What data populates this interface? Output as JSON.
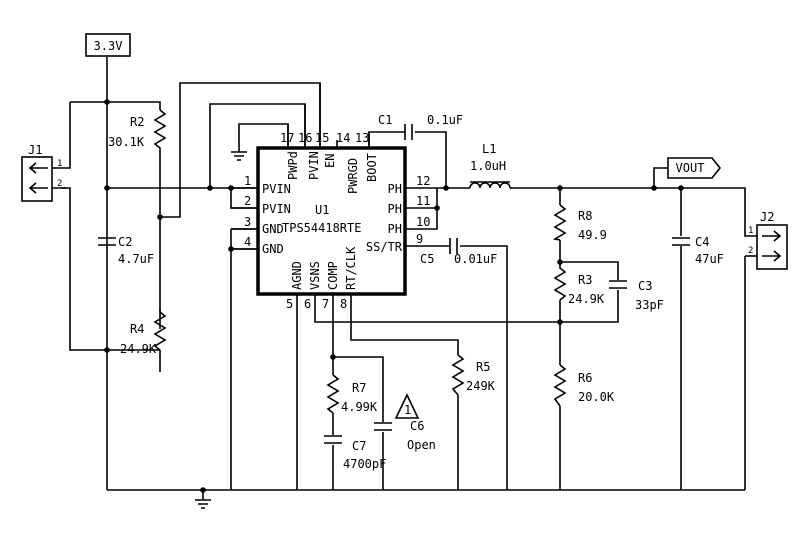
{
  "power_label": "3.3V",
  "output_label": "VOUT",
  "note_number": "1",
  "connectors": [
    {
      "ref": "J1",
      "pin1": "1",
      "pin2": "2"
    },
    {
      "ref": "J2",
      "pin1": "1",
      "pin2": "2"
    }
  ],
  "ic": {
    "ref": "U1",
    "part": "TPS54418RTE",
    "left_pins": [
      {
        "num": "1",
        "name": "PVIN"
      },
      {
        "num": "2",
        "name": "PVIN"
      },
      {
        "num": "3",
        "name": "GND"
      },
      {
        "num": "4",
        "name": "GND"
      }
    ],
    "right_pins": [
      {
        "num": "12",
        "name": "PH"
      },
      {
        "num": "11",
        "name": "PH"
      },
      {
        "num": "10",
        "name": "PH"
      },
      {
        "num": "9",
        "name": "SS/TR"
      }
    ],
    "top_pins": [
      {
        "num": "17",
        "name": "PWPd"
      },
      {
        "num": "16",
        "name": "PVIN"
      },
      {
        "num": "15",
        "name": "EN"
      },
      {
        "num": "14",
        "name": "PWRGD"
      },
      {
        "num": "13",
        "name": "BOOT"
      }
    ],
    "bottom_pins": [
      {
        "num": "5",
        "name": "AGND"
      },
      {
        "num": "6",
        "name": "VSNS"
      },
      {
        "num": "7",
        "name": "COMP"
      },
      {
        "num": "8",
        "name": "RT/CLK"
      }
    ]
  },
  "components": {
    "C1": {
      "ref": "C1",
      "value": "0.1uF"
    },
    "L1": {
      "ref": "L1",
      "value": "1.0uH"
    },
    "R2": {
      "ref": "R2",
      "value": "30.1K"
    },
    "C2": {
      "ref": "C2",
      "value": "4.7uF"
    },
    "R4": {
      "ref": "R4",
      "value": "24.9K"
    },
    "C5": {
      "ref": "C5",
      "value": "0.01uF"
    },
    "R8": {
      "ref": "R8",
      "value": "49.9"
    },
    "R3": {
      "ref": "R3",
      "value": "24.9K"
    },
    "C3": {
      "ref": "C3",
      "value": "33pF"
    },
    "R6": {
      "ref": "R6",
      "value": "20.0K"
    },
    "C4": {
      "ref": "C4",
      "value": "47uF"
    },
    "R5": {
      "ref": "R5",
      "value": "249K"
    },
    "R7": {
      "ref": "R7",
      "value": "4.99K"
    },
    "C7": {
      "ref": "C7",
      "value": "4700pF"
    },
    "C6": {
      "ref": "C6",
      "value": "Open"
    }
  }
}
